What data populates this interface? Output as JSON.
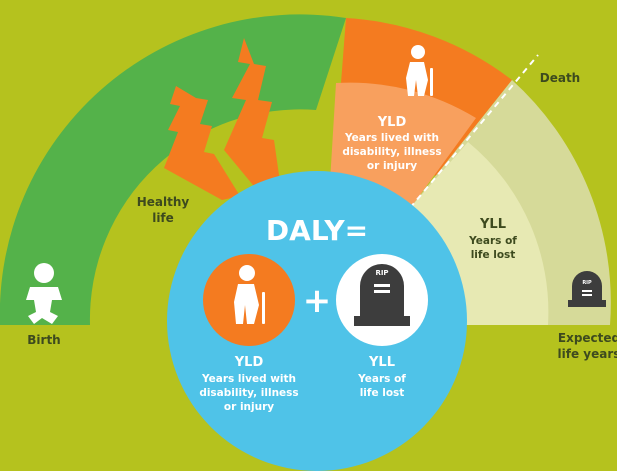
{
  "colors": {
    "background": "#b5c21e",
    "healthy": "#54b24a",
    "yld_band": "#f47b20",
    "yld_inner": "#f8a05e",
    "yll_outer": "#d6da99",
    "yll_inner": "#e7e9b3",
    "daly_circle": "#4fc3e8",
    "label_dark": "#3d4a1e",
    "white": "#ffffff"
  },
  "labels": {
    "death": "Death",
    "birth": "Birth",
    "healthy_line1": "Healthy",
    "healthy_line2": "life",
    "expected_line1": "Expected",
    "expected_line2": "life years"
  },
  "arc_yld": {
    "title": "YLD",
    "line1": "Years lived with",
    "line2": "disability, illness",
    "line3": "or injury"
  },
  "arc_yll": {
    "title": "YLL",
    "line1": "Years of",
    "line2": "life lost"
  },
  "formula": {
    "title": "DALY=",
    "plus": "+",
    "yld": {
      "title": "YLD",
      "line1": "Years lived with",
      "line2": "disability, illness",
      "line3": "or injury"
    },
    "yll": {
      "title": "YLL",
      "line1": "Years of",
      "line2": "life lost"
    }
  },
  "tombstone_text": "RIP",
  "icons": [
    "baby-icon",
    "elderly-person-icon",
    "tombstone-icon"
  ]
}
